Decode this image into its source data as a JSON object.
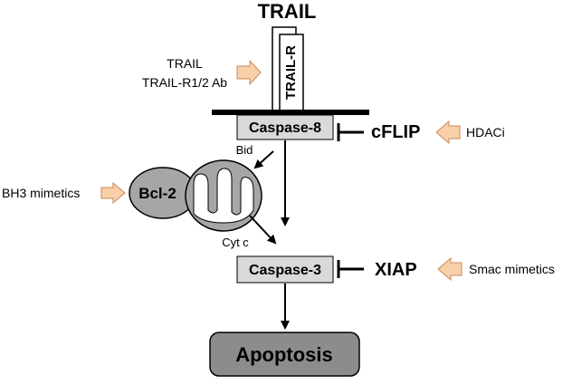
{
  "ligand_title": "TRAIL",
  "receptor_label": "TRAIL-R",
  "agonists": {
    "line1": "TRAIL",
    "line2": "TRAIL-R1/2 Ab"
  },
  "caspase8_label": "Caspase-8",
  "cflip_label": "cFLIP",
  "hdaci_label": "HDACi",
  "bid_label": "Bid",
  "bh3_label": "BH3 mimetics",
  "bcl2_label": "Bcl-2",
  "cytc_label": "Cyt c",
  "caspase3_label": "Caspase-3",
  "xiap_label": "XIAP",
  "smac_label": "Smac mimetics",
  "apoptosis_label": "Apoptosis",
  "colors": {
    "stimulus_arrow_fill": "#f9cfa9",
    "stimulus_arrow_stroke": "#c98a5a",
    "box_fill": "#d9d9d9",
    "organelle_fill": "#a6a6a6",
    "apoptosis_fill": "#8c8c8c",
    "line": "#000000"
  }
}
